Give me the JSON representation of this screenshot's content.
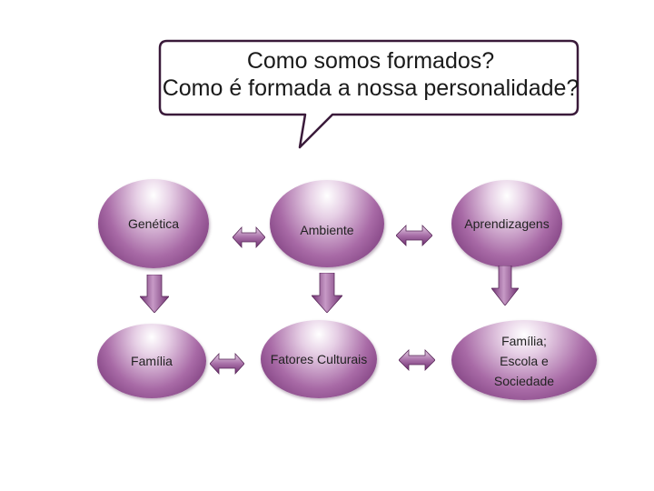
{
  "callout": {
    "line1": "Como somos formados?",
    "line2": "Como é formada a nossa personalidade?"
  },
  "nodes": {
    "genetica": "Genética",
    "ambiente": "Ambiente",
    "aprendizagens": "Aprendizagens",
    "familia": "Família",
    "fatores_culturais": "Fatores Culturais",
    "familia_escola_sociedade": "Família;\nEscola e\nSociedade"
  },
  "colors": {
    "node_dark": "#6b2b6d",
    "node_mid": "#a86aa6",
    "node_light": "#e6cfe5",
    "callout_border": "#3a1a3a"
  }
}
